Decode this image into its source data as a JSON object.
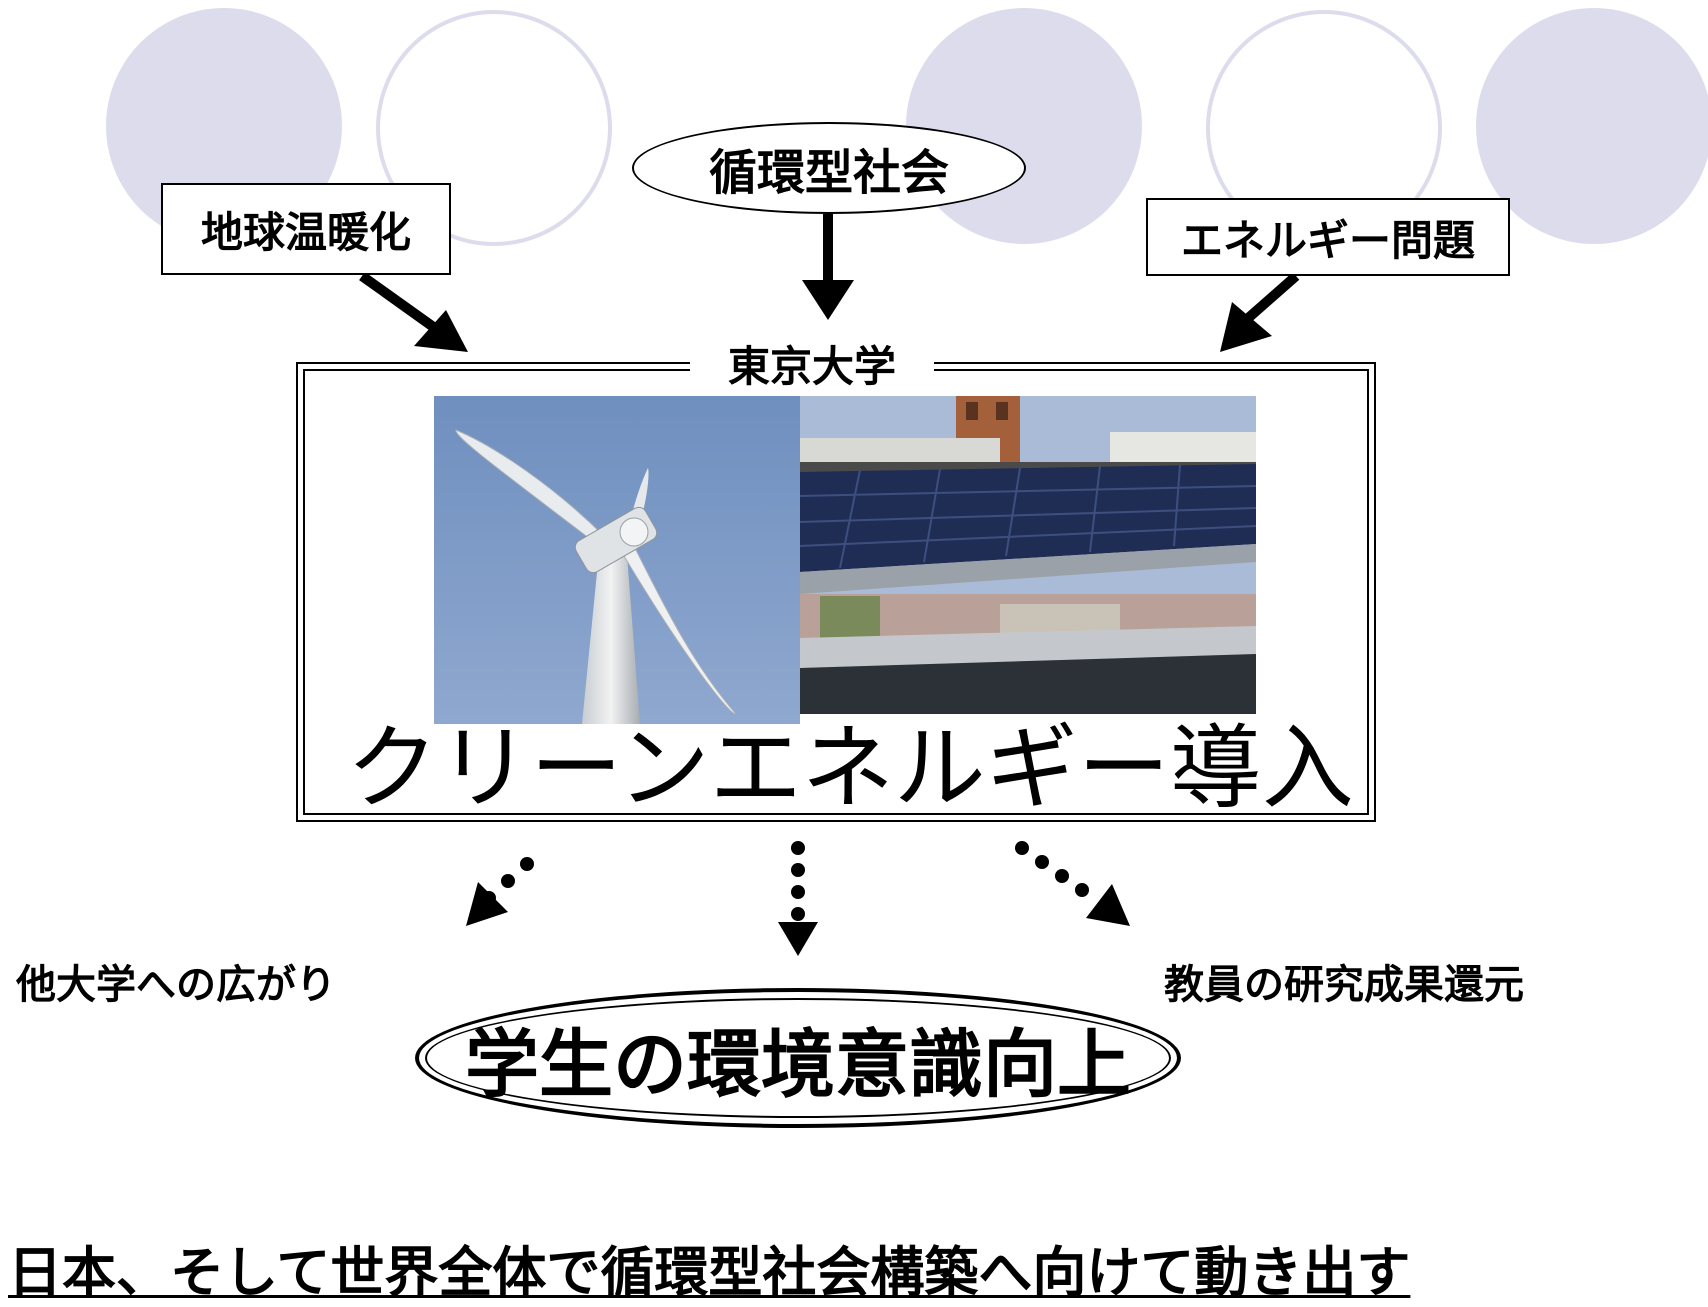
{
  "topics": {
    "left": "地球温暖化",
    "center": "循環型社会",
    "right": "エネルギー問題"
  },
  "institution_label": "東京大学",
  "headline": "クリーンエネルギー導入",
  "outcomes": {
    "left": "他大学への広がり",
    "center": "学生の環境意識向上",
    "right": "教員の研究成果還元"
  },
  "conclusion": "日本、そして世界全体で循環型社会構築へ向けて動き出す",
  "colors": {
    "decor_circle": "#dcdcec",
    "sky": "#7e9bc4",
    "solar_panel": "#1f2d55",
    "building": "#a4603a"
  },
  "photos": {
    "left_icon": "wind-turbine-photo",
    "right_icon": "solar-panel-photo"
  }
}
